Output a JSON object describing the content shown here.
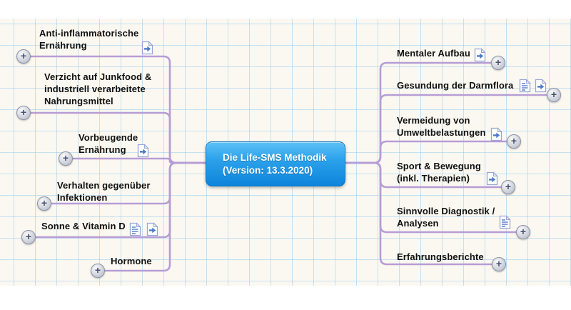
{
  "ui": {
    "expand_symbol": "+"
  },
  "colors": {
    "branch_line": "#b79dd6",
    "node_gradient_top": "#5ec1f6",
    "node_gradient_bottom": "#0d84da",
    "paper": "#fbf8f1",
    "grid": "#7dbeeb",
    "label_text": "#111111",
    "node_text": "#ffffff"
  },
  "central_node": {
    "label": "Die Life-SMS Methodik\n(Version: 13.3.2020)"
  },
  "left_branches": [
    {
      "label": "Anti-inflammatorische\nErnährung",
      "icons": [
        "link-icon"
      ]
    },
    {
      "label": "Verzicht auf Junkfood &\nindustriell verarbeitete\nNahrungsmittel",
      "icons": []
    },
    {
      "label": "Vorbeugende\nErnährung",
      "icons": [
        "link-icon"
      ]
    },
    {
      "label": "Verhalten gegenüber\nInfektionen",
      "icons": []
    },
    {
      "label": "Sonne & Vitamin D",
      "icons": [
        "note-icon",
        "link-icon"
      ]
    },
    {
      "label": "Hormone",
      "icons": []
    }
  ],
  "right_branches": [
    {
      "label": "Mentaler Aufbau",
      "icons": [
        "link-icon"
      ]
    },
    {
      "label": "Gesundung der Darmflora",
      "icons": [
        "note-icon",
        "link-icon"
      ]
    },
    {
      "label": "Vermeidung von\nUmweltbelastungen",
      "icons": [
        "link-icon"
      ]
    },
    {
      "label": "Sport & Bewegung\n(inkl. Therapien)",
      "icons": [
        "link-icon"
      ]
    },
    {
      "label": "Sinnvolle Diagnostik /\nAnalysen",
      "icons": [
        "note-icon"
      ]
    },
    {
      "label": "Erfahrungsberichte",
      "icons": []
    }
  ]
}
